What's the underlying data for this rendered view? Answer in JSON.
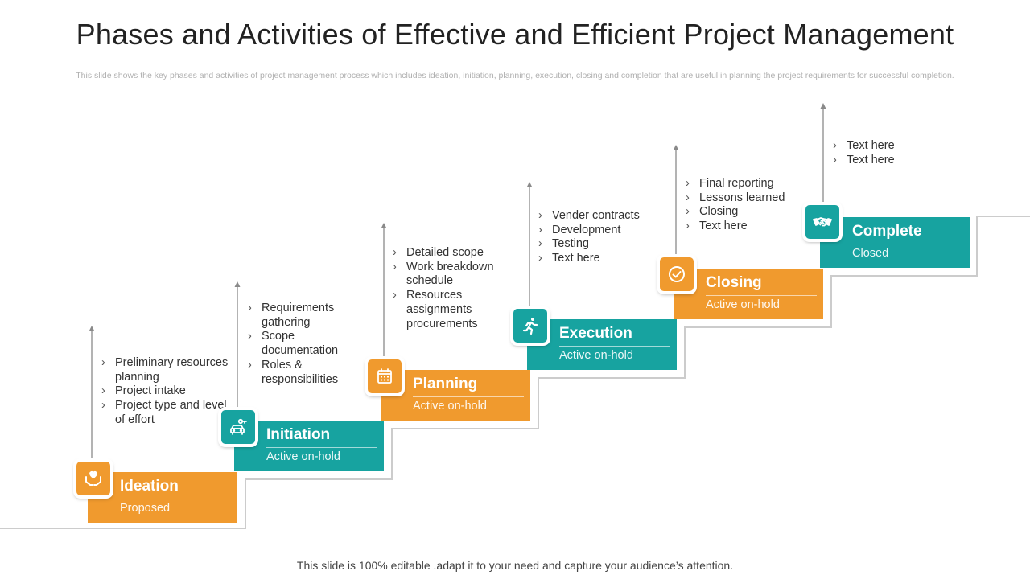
{
  "title": "Phases and Activities of Effective and Efficient Project Management",
  "subtitle": "This slide shows the key phases and activities of project management process which includes ideation, initiation, planning, execution, closing and completion that are useful in planning the project requirements for successful completion.",
  "footer": "This slide is 100% editable .adapt it to your need and capture your audience’s attention.",
  "colors": {
    "orange": "#f09a2e",
    "teal": "#17a3a0",
    "step_line": "#cccccc",
    "arrow": "#8a8a8a"
  },
  "phases": [
    {
      "name": "Ideation",
      "status": "Proposed",
      "icon": "hands-heart-icon",
      "color": "orange",
      "bullets": [
        "Preliminary resources planning",
        "Project intake",
        "Project type and level of effort"
      ]
    },
    {
      "name": "Initiation",
      "status": "Active on-hold",
      "icon": "car-key-icon",
      "color": "teal",
      "bullets": [
        "Requirements gathering",
        "Scope documentation",
        "Roles & responsibilities"
      ]
    },
    {
      "name": "Planning",
      "status": "Active on-hold",
      "icon": "calendar-icon",
      "color": "orange",
      "bullets": [
        "Detailed scope",
        "Work breakdown schedule",
        "Resources assignments procurements"
      ]
    },
    {
      "name": "Execution",
      "status": "Active on-hold",
      "icon": "running-person-icon",
      "color": "teal",
      "bullets": [
        "Vender contracts",
        "Development",
        "Testing",
        "Text here"
      ]
    },
    {
      "name": "Closing",
      "status": "Active on-hold",
      "icon": "check-circle-icon",
      "color": "orange",
      "bullets": [
        "Final reporting",
        "Lessons learned",
        "Closing",
        "Text here"
      ]
    },
    {
      "name": "Complete",
      "status": "Closed",
      "icon": "handshake-icon",
      "color": "teal",
      "bullets": [
        "Text here",
        "Text here"
      ]
    }
  ]
}
